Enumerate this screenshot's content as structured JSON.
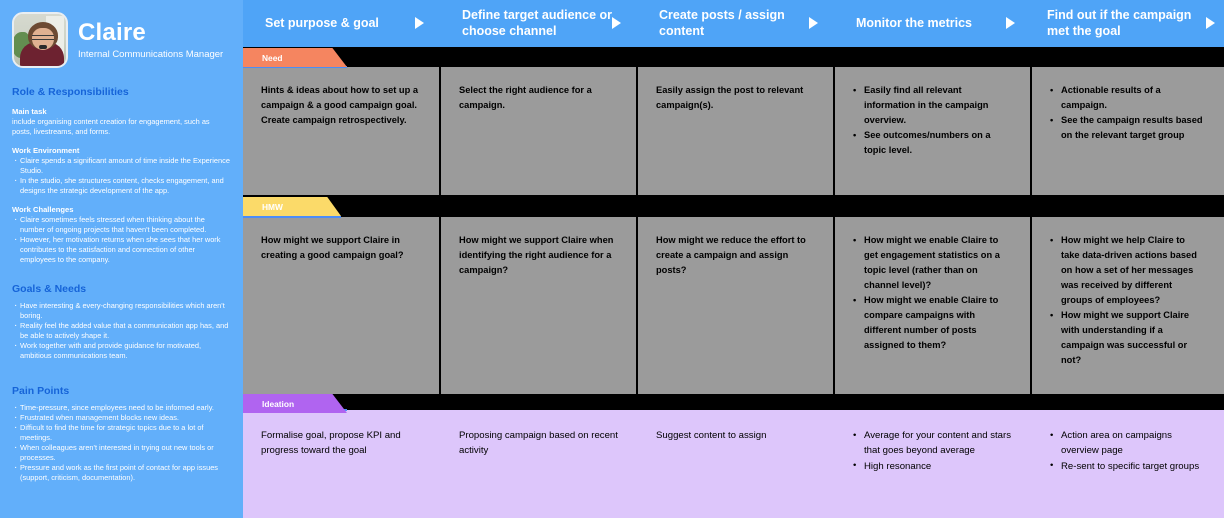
{
  "persona": {
    "name": "Claire",
    "role": "Internal Communications Manager",
    "avatar_icon": "persona-photo",
    "sections": [
      {
        "title": "Role & Responsibilities",
        "blocks": [
          {
            "subtitle": "Main task",
            "text": "include organising content creation for engagement, such as posts, livestreams, and forms."
          },
          {
            "subtitle": "Work Environment",
            "bullets": [
              "Claire spends a significant amount of time inside the Experience Studio.",
              "In the studio, she structures content, checks engagement, and designs the strategic development of the app."
            ]
          },
          {
            "subtitle": "Work Challenges",
            "bullets": [
              "Claire sometimes feels stressed when thinking about the number of ongoing projects that haven't been completed.",
              "However, her motivation returns when she sees that her work contributes to the satisfaction and connection of other employees to the company."
            ]
          }
        ]
      },
      {
        "title": "Goals & Needs",
        "blocks": [
          {
            "bullets": [
              "Have interesting & every-changing responsibilities which aren't boring.",
              "Reality feel the added value that a communication app has, and be able to actively shape it.",
              "Work together with and provide guidance for motivated, ambitious communications team."
            ]
          }
        ]
      },
      {
        "title": "Pain Points",
        "blocks": [
          {
            "bullets": [
              "Time-pressure, since employees need to be informed early.",
              "Frustrated when management blocks new ideas.",
              "Difficult to find the time for strategic topics due to a lot of meetings.",
              "When colleagues aren't interested in trying out new tools or processes.",
              "Pressure and work as the first point of contact for app issues (support, criticism, documentation)."
            ]
          }
        ]
      }
    ]
  },
  "board": {
    "columns": [
      "Set purpose & goal",
      "Define target audience or choose channel",
      "Create posts / assign content",
      "Monitor the metrics",
      "Find out if the campaign met the goal"
    ],
    "rows": [
      {
        "tag": "Need",
        "tag_color": "#F58560",
        "cells": [
          {
            "paragraph": "Hints & ideas about how to set up a campaign & a good campaign goal. Create campaign retrospectively."
          },
          {
            "paragraph": "Select the right audience for a campaign."
          },
          {
            "paragraph": "Easily assign the post to relevant campaign(s)."
          },
          {
            "bullets": [
              "Easily find all relevant information in the campaign overview.",
              "See outcomes/numbers on a topic level."
            ]
          },
          {
            "bullets": [
              "Actionable results of a campaign.",
              "See the campaign results based on the relevant target group"
            ]
          }
        ]
      },
      {
        "tag": "HMW",
        "tag_color": "#FBDA69",
        "cells": [
          {
            "paragraph": "How might we support Claire in creating a good campaign goal?"
          },
          {
            "paragraph": "How might we support Claire when identifying the right audience for a campaign?"
          },
          {
            "paragraph": "How might we reduce the effort to create a campaign and assign posts?"
          },
          {
            "bullets": [
              "How might we enable Claire to get engagement statistics on a topic level (rather than on channel level)?",
              "How might we enable Claire to compare campaigns with different number of posts assigned to them?"
            ]
          },
          {
            "bullets": [
              "How might we help Claire to take data-driven actions based on how a set of her messages was received by different groups of employees?",
              "How might we support Claire with understanding if a campaign was successful or not?"
            ]
          }
        ]
      },
      {
        "tag": "Ideation",
        "tag_color": "#B064F0",
        "cells": [
          {
            "paragraph": "Formalise goal, propose KPI and progress toward the goal"
          },
          {
            "paragraph": "Proposing campaign based on recent activity"
          },
          {
            "paragraph": "Suggest content to assign"
          },
          {
            "bullets": [
              "Average for your content and stars that goes beyond average",
              "High resonance"
            ]
          },
          {
            "bullets": [
              "Action area on campaigns overview page",
              "Re-sent to specific target groups"
            ]
          }
        ]
      }
    ]
  },
  "colors": {
    "sidebar_bg": "#62AFFA",
    "header_bg": "#4FA4F7",
    "section_title": "#1664D8",
    "masked_row_bg": "#9b9b9b",
    "ideation_row_bg": "#DDC6FB",
    "board_divider": "#000000"
  }
}
